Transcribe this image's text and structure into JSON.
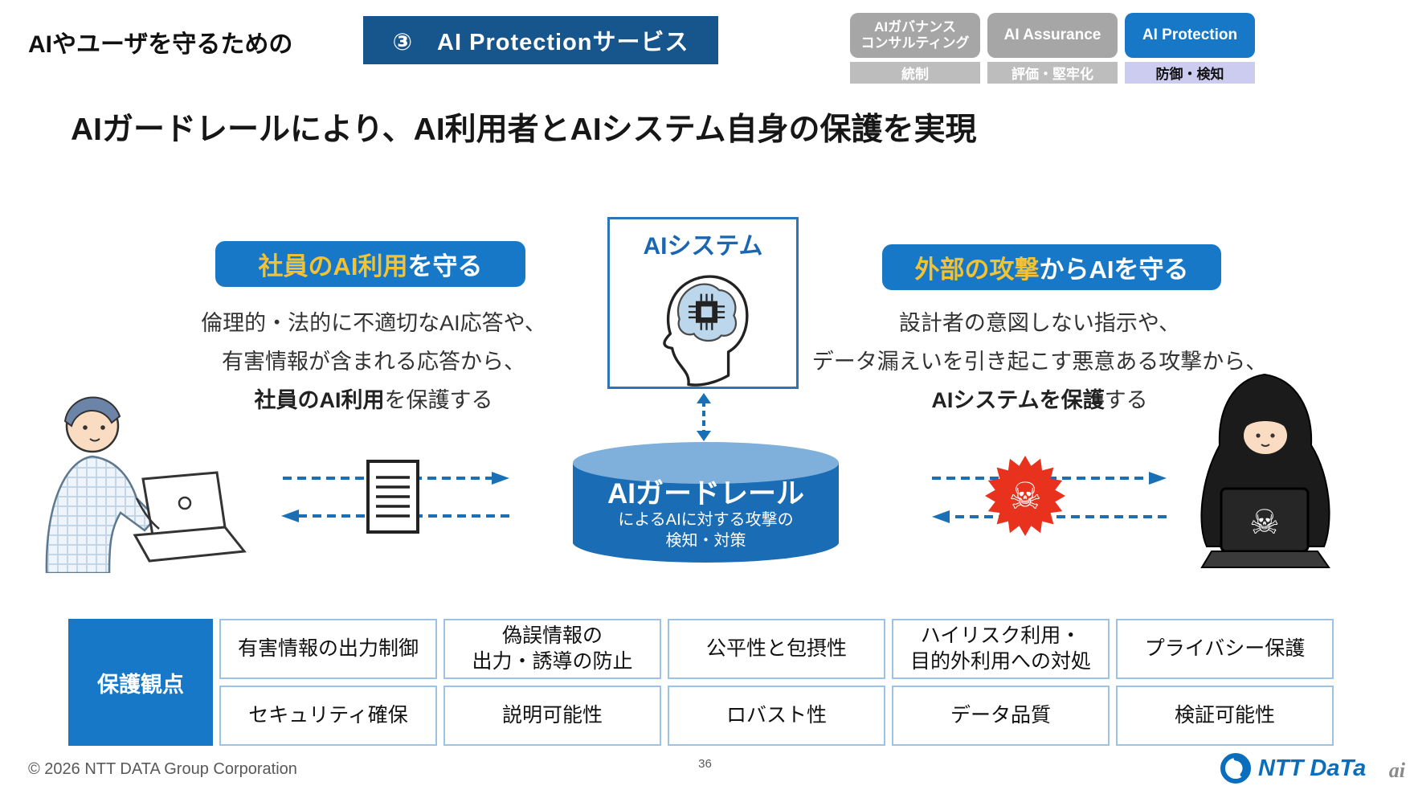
{
  "header": {
    "prefix": "AIやユーザを守るための",
    "badge": "③　AI Protectionサービス",
    "tabs": [
      {
        "label": "AIガバナンス\nコンサルティング",
        "sub": "統制",
        "active": false
      },
      {
        "label": "AI Assurance",
        "sub": "評価・堅牢化",
        "active": false
      },
      {
        "label": "AI Protection",
        "sub": "防御・検知",
        "active": true
      }
    ]
  },
  "title": "AIガードレールにより、AI利用者とAIシステム自身の保護を実現",
  "center": {
    "system_label": "AIシステム",
    "cylinder_title": "AIガードレール",
    "cylinder_desc": "によるAIに対する攻撃の\n検知・対策"
  },
  "left_panel": {
    "badge_highlight": "社員のAI利用",
    "badge_rest": "を守る",
    "desc_line1": "倫理的・法的に不適切なAI応答や、",
    "desc_line2": "有害情報が含まれる応答から、",
    "desc_bold": "社員のAI利用",
    "desc_tail": "を保護する"
  },
  "right_panel": {
    "badge_highlight": "外部の攻撃",
    "badge_rest": "からAIを守る",
    "desc_line1": "設計者の意図しない指示や、",
    "desc_line2": "データ漏えいを引き起こす悪意ある攻撃から、",
    "desc_bold": "AIシステムを保護",
    "desc_tail": "する"
  },
  "protection_table": {
    "header": "保護観点",
    "row1": [
      "有害情報の出力制御",
      "偽誤情報の\n出力・誘導の防止",
      "公平性と包摂性",
      "ハイリスク利用・\n目的外利用への対処",
      "プライバシー保護"
    ],
    "row2": [
      "セキュリティ確保",
      "説明可能性",
      "ロバスト性",
      "データ品質",
      "検証可能性"
    ]
  },
  "icons": {
    "skull_glyph": "☠",
    "hacker_laptop_glyph": "☠"
  },
  "footer": {
    "copyright": "© 2026 NTT DATA Group Corporation",
    "page_number": "36",
    "logo_text": "NTT DaTa",
    "watermark": "ai"
  },
  "colors": {
    "header_badge_bg": "#17568c",
    "accent_blue": "#1878c8",
    "cylinder_body": "#1a6cb5",
    "cylinder_top": "#7fb0dc",
    "highlight_yellow": "#f2c231",
    "tab_gray": "#a6a6a6",
    "tab_sub_gray": "#bdbdbd",
    "tab_sub_lavender": "#ccccf0",
    "table_border": "#9cc2e5",
    "alert_red": "#e8321e",
    "arrow_blue": "#1a6fb5"
  }
}
